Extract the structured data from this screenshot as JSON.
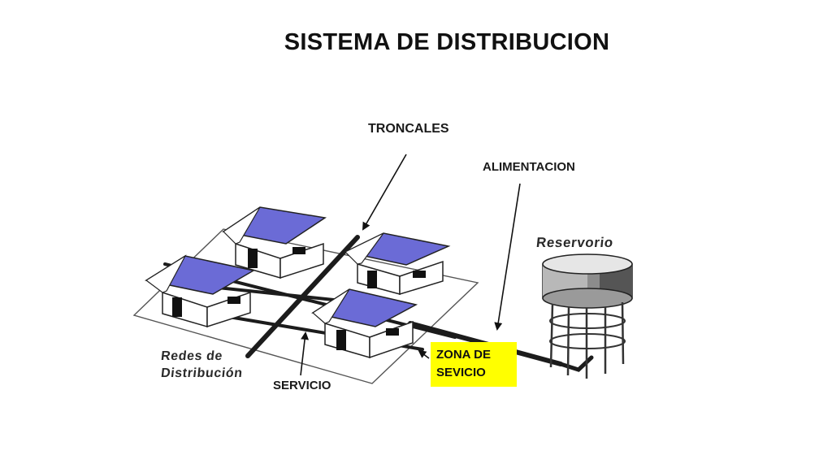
{
  "title": "SISTEMA DE DISTRIBUCION",
  "labels": {
    "troncales": "TRONCALES",
    "alimentacion": "ALIMENTACION",
    "servicio": "SERVICIO",
    "zona_line1": "ZONA DE",
    "zona_line2": "SEVICIO",
    "reservorio": "Reservorio",
    "redes_line1": "Redes de",
    "redes_line2": "Distribución"
  },
  "colors": {
    "roof": "#6b6bd6",
    "highlight": "#ffff00",
    "pipe": "#1c1c1c"
  }
}
